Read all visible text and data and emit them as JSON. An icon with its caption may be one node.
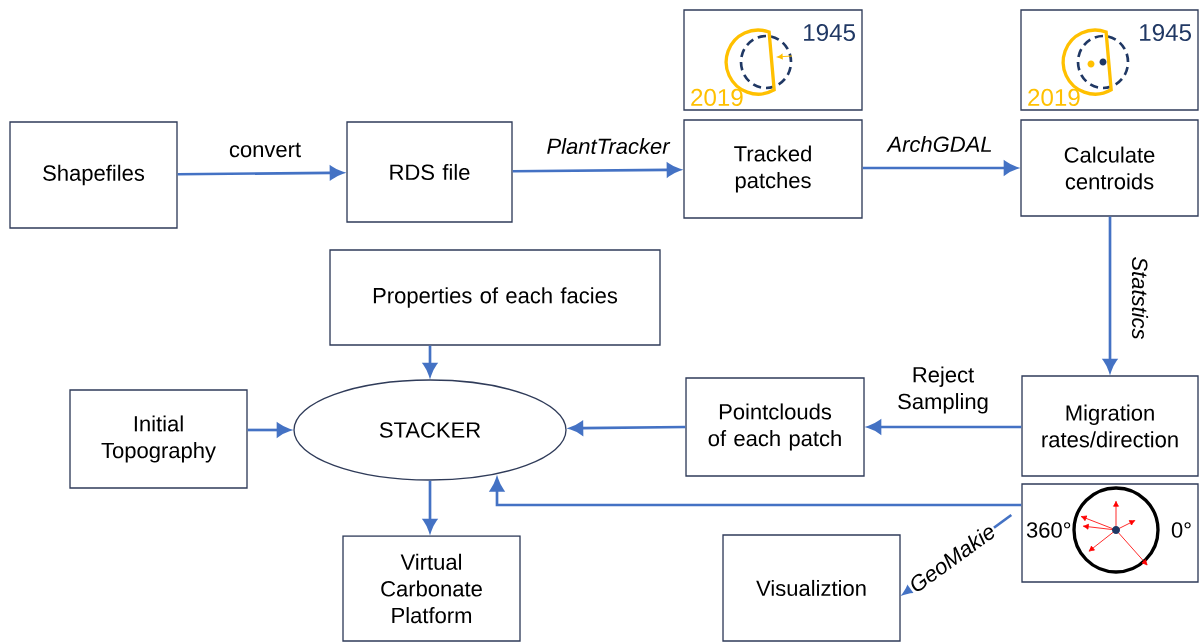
{
  "diagram": {
    "nodes": [
      {
        "text": [
          "Shapefiles"
        ]
      },
      {
        "text": [
          "RDS file"
        ]
      },
      {
        "text": [
          "Tracked patches"
        ]
      },
      {
        "text": [
          "Calculate centroids"
        ]
      },
      {
        "text": [
          "Properties of each facies"
        ]
      },
      {
        "text": [
          "STACKER"
        ]
      },
      {
        "text": [
          "Initial Topography"
        ]
      },
      {
        "text": [
          "Pointclouds of each patch"
        ]
      },
      {
        "text": [
          "Migration rates/direction"
        ]
      },
      {
        "text": [
          "Virtual Carbonate Platform"
        ]
      },
      {
        "text": [
          "Visualiztion"
        ]
      },
      {
        "text": [
          "1945",
          "2019"
        ]
      },
      {
        "text": [
          "1945",
          "2019"
        ]
      },
      {
        "text": [
          "360°",
          "0°"
        ]
      }
    ],
    "edges": [
      {
        "from": 0,
        "to": 1,
        "arrow": "to",
        "label": "convert"
      },
      {
        "from": 1,
        "to": 2,
        "arrow": "to",
        "label": "PlantTracker"
      },
      {
        "from": 2,
        "to": 3,
        "arrow": "to",
        "label": "ArchGDAL"
      },
      {
        "from": 3,
        "to": 8,
        "arrow": "to",
        "label": "Statstics"
      },
      {
        "from": 8,
        "to": 7,
        "arrow": "to",
        "label": "Reject Sampling"
      },
      {
        "from": 7,
        "to": 5,
        "arrow": "to"
      },
      {
        "from": 6,
        "to": 5,
        "arrow": "to"
      },
      {
        "from": 4,
        "to": 5,
        "arrow": "to"
      },
      {
        "from": 5,
        "to": 9,
        "arrow": "to"
      },
      {
        "from": 13,
        "to": 5,
        "arrow": "to"
      },
      {
        "from": 13,
        "to": 10,
        "arrow": "to",
        "label": "GeoMakie"
      }
    ]
  }
}
